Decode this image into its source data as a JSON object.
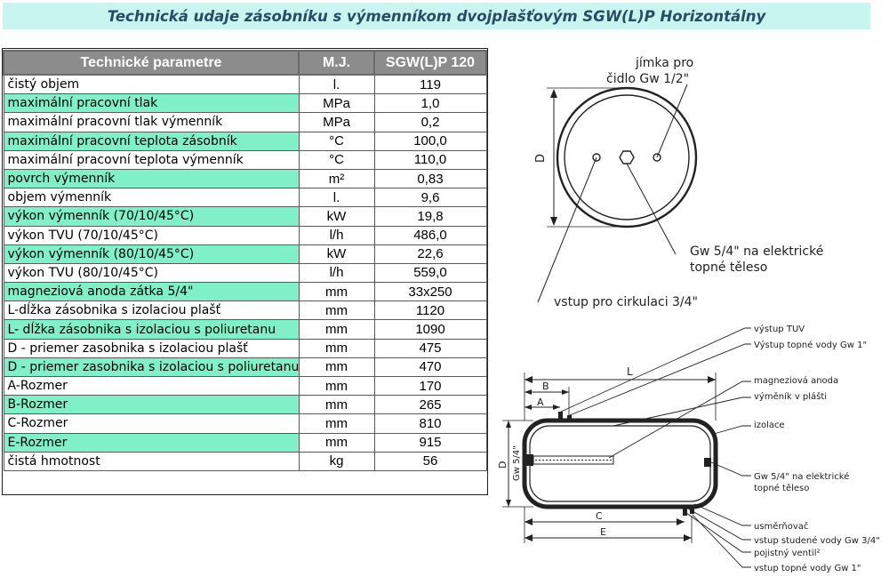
{
  "title": "Technická udaje zásobníku s výmenníkom dvojplašťovým SGW(L)P Horizontálny",
  "table": {
    "headers": [
      "Technické parametre",
      "M.J.",
      "SGW(L)P 120"
    ],
    "rows": [
      {
        "param": "čistý objem",
        "unit": "l.",
        "value": "119"
      },
      {
        "param": "maximální pracovní tlak",
        "unit": "MPa",
        "value": "1,0"
      },
      {
        "param": "maximální pracovní tlak výmenník",
        "unit": "MPa",
        "value": "0,2"
      },
      {
        "param": "maximální pracovní teplota zásobník",
        "unit": "°C",
        "value": "100,0"
      },
      {
        "param": "maximální pracovní teplota výmenník",
        "unit": "°C",
        "value": "110,0"
      },
      {
        "param": "povrch výmenník",
        "unit": "m²",
        "value": "0,83"
      },
      {
        "param": "objem výmenník",
        "unit": "l.",
        "value": "9,6"
      },
      {
        "param": "výkon výmenník (70/10/45°C)",
        "unit": "kW",
        "value": "19,8"
      },
      {
        "param": "výkon TVU (70/10/45°C)",
        "unit": "l/h",
        "value": "486,0"
      },
      {
        "param": "výkon výmenník (80/10/45°C)",
        "unit": "kW",
        "value": "22,6"
      },
      {
        "param": "výkon TVU (80/10/45°C)",
        "unit": "l/h",
        "value": "559,0"
      },
      {
        "param": "magneziová anoda zátka 5/4\"",
        "unit": "mm",
        "value": "33x250"
      },
      {
        "param": "L-dĺžka zásobnika s izolaciou plašť",
        "unit": "mm",
        "value": "1120"
      },
      {
        "param": "L- dĺžka zásobnika s izolaciou s poliuretanu",
        "unit": "mm",
        "value": "1090"
      },
      {
        "param": "D - priemer zasobnika s izolaciou plašť",
        "unit": "mm",
        "value": "475"
      },
      {
        "param": "D - priemer zasobnika s izolaciou s poliuretanu",
        "unit": "mm",
        "value": "470"
      },
      {
        "param": "A-Rozmer",
        "unit": "mm",
        "value": "170"
      },
      {
        "param": "B-Rozmer",
        "unit": "mm",
        "value": "265"
      },
      {
        "param": "C-Rozmer",
        "unit": "mm",
        "value": "810"
      },
      {
        "param": "E-Rozmer",
        "unit": "mm",
        "value": "915"
      },
      {
        "param": "čistá hmotnost",
        "unit": "kg",
        "value": "56"
      }
    ]
  },
  "front_view": {
    "dim_d": "D",
    "label_sensor_1": "jímka pro",
    "label_sensor_2": "čidlo Gw 1/2\"",
    "label_heater_1": "Gw 5/4\" na elektrické",
    "label_heater_2": "topné těleso",
    "label_circulation": "vstup pro cirkulaci 3/4\""
  },
  "side_view": {
    "dim_l": "L",
    "dim_b": "B",
    "dim_a": "A",
    "dim_c": "C",
    "dim_e": "E",
    "dim_d": "D",
    "dim_gw": "Gw 5/4\"",
    "callouts": {
      "hot_water_out": "výstup TUV",
      "heating_out": "Výstup topné vody Gw 1\"",
      "anode": "magneziová anoda",
      "exchanger": "výměník v plášti",
      "insulation": "izolace",
      "heater_1": "Gw 5/4\" na elektrické",
      "heater_2": "topné těleso",
      "rectifier": "usměrňovač",
      "cold_in": "vstup studené vody Gw 3/4\"",
      "safety_valve": "pojistný ventil²",
      "heating_in": "vstup topné vody Gw 1\""
    }
  }
}
